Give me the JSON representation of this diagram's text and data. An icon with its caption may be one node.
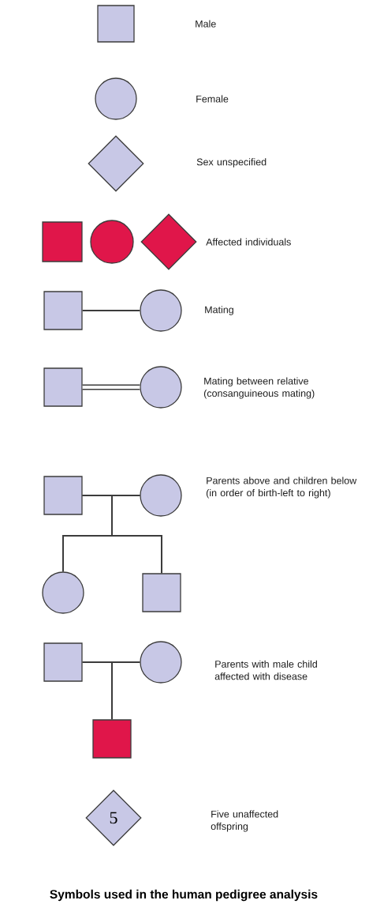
{
  "diagram": {
    "caption": "Symbols used in the human pedigree analysis",
    "nodes": [
      {
        "text": [],
        "shape": "box"
      },
      {
        "text": [],
        "shape": "circle"
      },
      {
        "text": [],
        "shape": "diamond"
      },
      {
        "text": [],
        "shape": "box"
      },
      {
        "text": [],
        "shape": "circle"
      },
      {
        "text": [],
        "shape": "diamond"
      },
      {
        "text": [],
        "shape": "box"
      },
      {
        "text": [],
        "shape": "circle"
      },
      {
        "text": [],
        "shape": "box"
      },
      {
        "text": [],
        "shape": "circle"
      },
      {
        "text": [],
        "shape": "box"
      },
      {
        "text": [],
        "shape": "circle"
      },
      {
        "text": [],
        "shape": "circle"
      },
      {
        "text": [],
        "shape": "box"
      },
      {
        "text": [],
        "shape": "box"
      },
      {
        "text": [],
        "shape": "circle"
      },
      {
        "text": [],
        "shape": "box"
      },
      {
        "text": [
          "5"
        ]
      }
    ],
    "edges": [
      {
        "from": 6,
        "to": 7,
        "arrow": "none"
      },
      {
        "from": 8,
        "to": 9,
        "arrow": "none",
        "style": "thick"
      },
      {
        "from": 10,
        "to": 11,
        "arrow": "none"
      },
      {
        "from": 10,
        "to": 12,
        "arrow": "none"
      },
      {
        "from": 11,
        "to": 12,
        "arrow": "none"
      },
      {
        "from": 10,
        "to": 13,
        "arrow": "none"
      },
      {
        "from": 11,
        "to": 13,
        "arrow": "none"
      },
      {
        "from": 14,
        "to": 15,
        "arrow": "none"
      },
      {
        "from": 14,
        "to": 16,
        "arrow": "none"
      },
      {
        "from": 15,
        "to": 16,
        "arrow": "none"
      }
    ],
    "labels": [
      "Male",
      "Female",
      "Sex unspecified",
      "Affected individuals",
      "Mating",
      "Mating between relative (consanguineous mating)",
      "Parents above and children below (in order of birth-left to right)",
      "Parents with male child affected with disease",
      "Five unaffected offspring"
    ]
  }
}
